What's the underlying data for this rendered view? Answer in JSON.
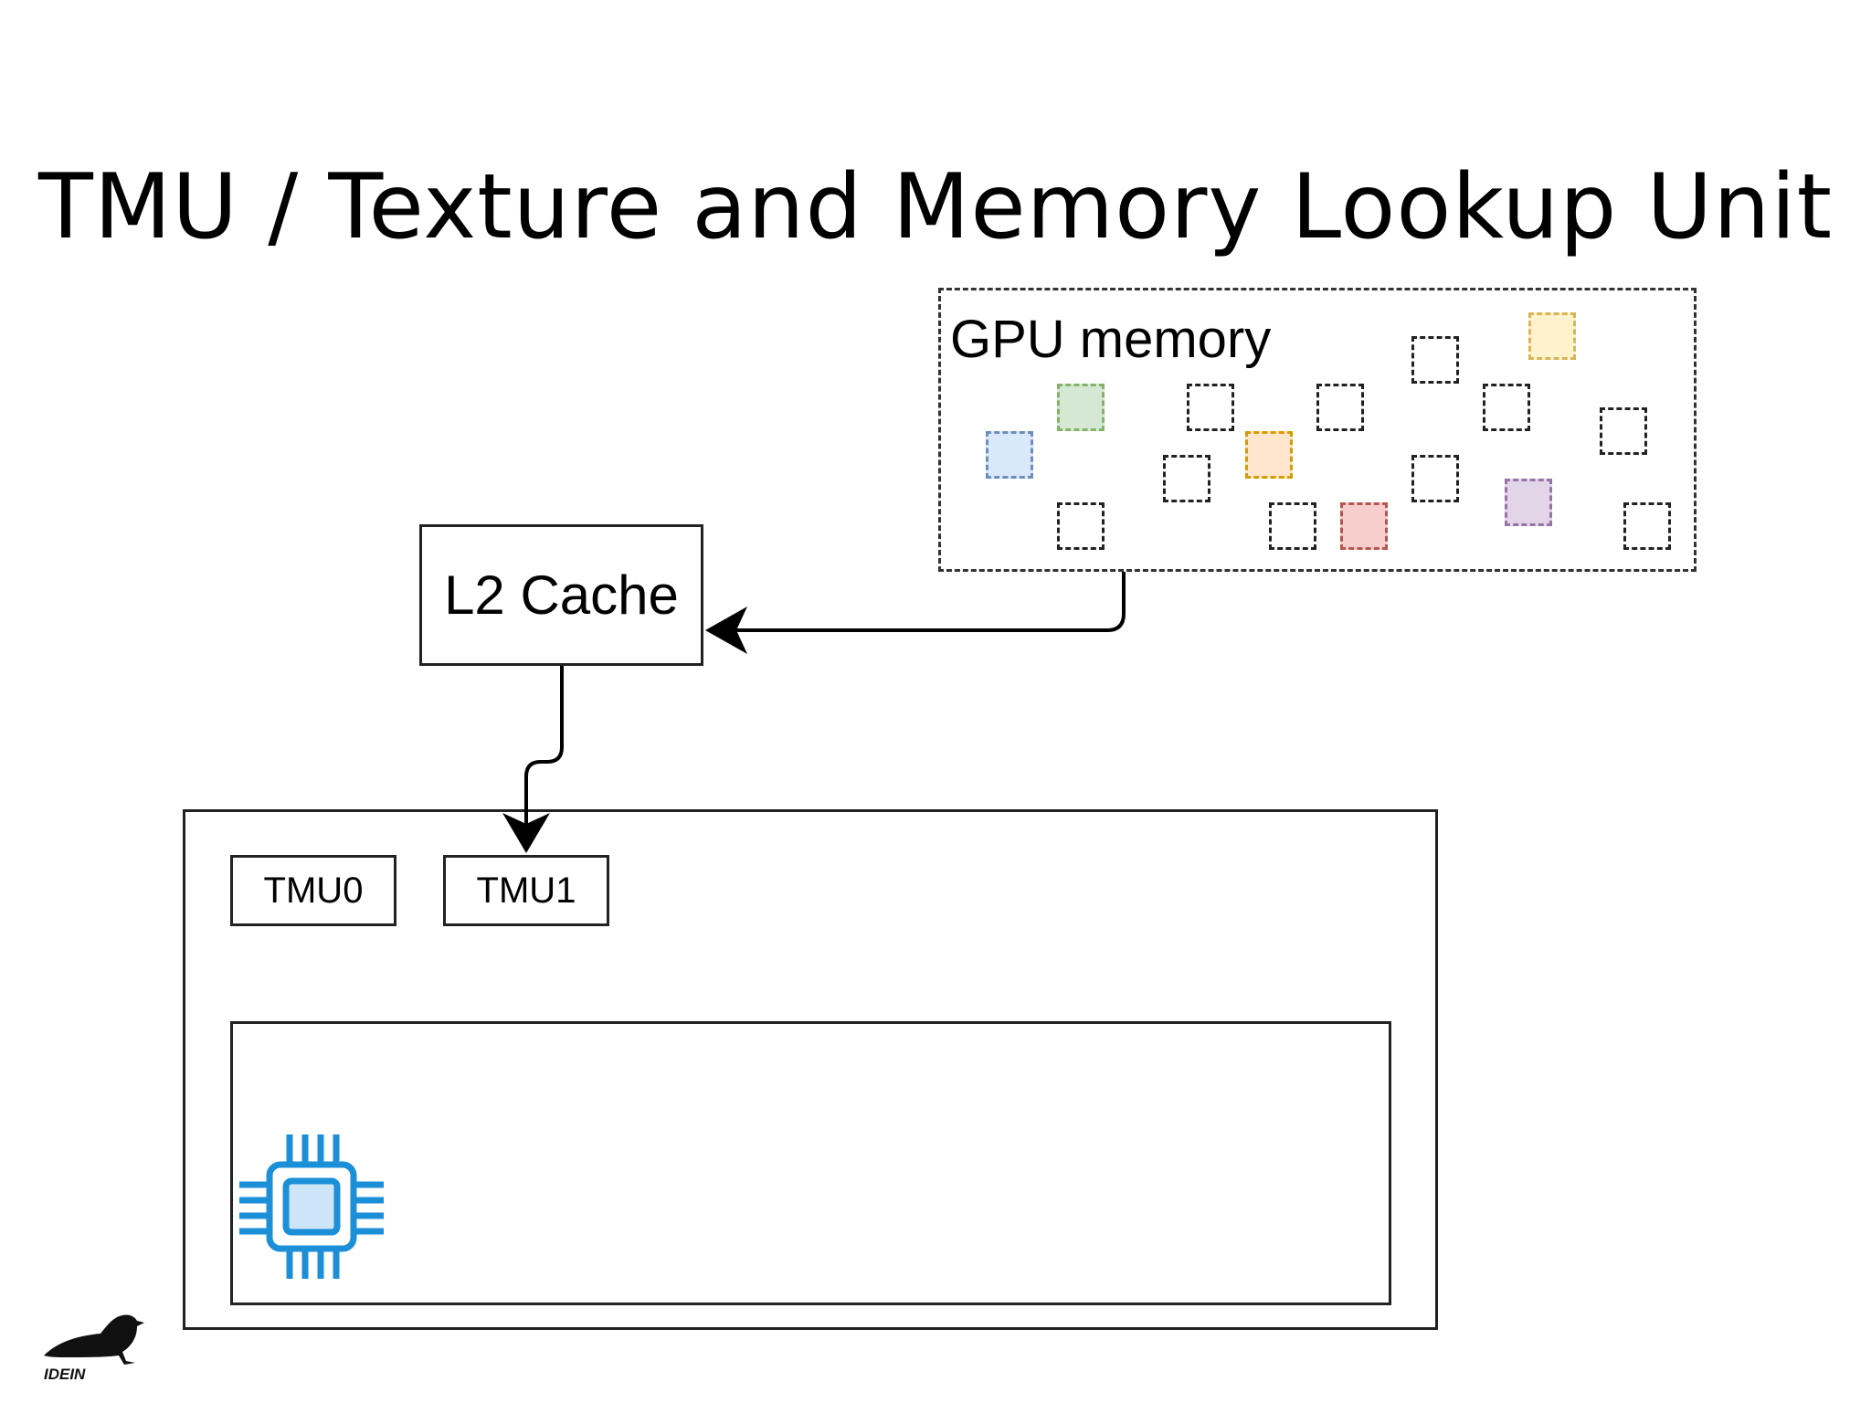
{
  "title": "TMU / Texture and Memory Lookup Unit",
  "gpu_memory": {
    "label": "GPU memory",
    "cells": [
      {
        "color": "#ffffff",
        "stroke": "#222222"
      },
      {
        "color": "#fff2cc",
        "stroke": "#d6b656"
      },
      {
        "color": "#d5e8d4",
        "stroke": "#82b366"
      },
      {
        "color": "#ffffff",
        "stroke": "#222222"
      },
      {
        "color": "#ffffff",
        "stroke": "#222222"
      },
      {
        "color": "#ffffff",
        "stroke": "#222222"
      },
      {
        "color": "#dae8fc",
        "stroke": "#6c8ebf"
      },
      {
        "color": "#ffe6cc",
        "stroke": "#d79b00"
      },
      {
        "color": "#ffffff",
        "stroke": "#222222"
      },
      {
        "color": "#ffffff",
        "stroke": "#222222"
      },
      {
        "color": "#ffffff",
        "stroke": "#222222"
      },
      {
        "color": "#e1d5e7",
        "stroke": "#9673a6"
      },
      {
        "color": "#ffffff",
        "stroke": "#222222"
      },
      {
        "color": "#ffffff",
        "stroke": "#222222"
      },
      {
        "color": "#f8cecc",
        "stroke": "#b85450"
      },
      {
        "color": "#ffffff",
        "stroke": "#222222"
      }
    ]
  },
  "l2_cache": {
    "label": "L2 Cache"
  },
  "tmus": [
    {
      "label": "TMU0"
    },
    {
      "label": "TMU1"
    }
  ],
  "icons": {
    "cpu": "cpu-chip-icon",
    "logo": "raven-logo-icon"
  },
  "logo_text": "IDEIN",
  "colors": {
    "cpu_icon": "#1c8fd9",
    "cpu_icon_fill": "#cce6f8"
  }
}
